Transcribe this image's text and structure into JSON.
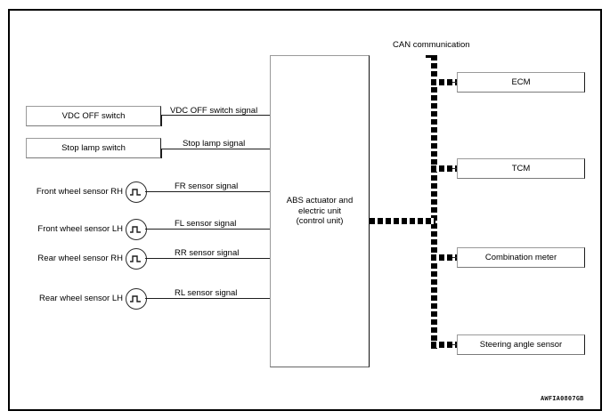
{
  "diagram": {
    "title_note": "CAN communication",
    "watermark": "AWFIA0807GB"
  },
  "center_unit": {
    "line1": "ABS actuator and",
    "line2": "electric unit",
    "line3": "(control unit)"
  },
  "inputs": [
    {
      "name": "VDC OFF switch",
      "signal": "VDC OFF switch signal",
      "type": "box"
    },
    {
      "name": "Stop lamp switch",
      "signal": "Stop lamp signal",
      "type": "box"
    },
    {
      "name": "Front wheel sensor RH",
      "signal": "FR sensor signal",
      "type": "sensor"
    },
    {
      "name": "Front wheel sensor LH",
      "signal": "FL sensor signal",
      "type": "sensor"
    },
    {
      "name": "Rear wheel sensor RH",
      "signal": "RR sensor signal",
      "type": "sensor"
    },
    {
      "name": "Rear wheel sensor LH",
      "signal": "RL sensor signal",
      "type": "sensor"
    }
  ],
  "can_nodes": [
    {
      "name": "ECM"
    },
    {
      "name": "TCM"
    },
    {
      "name": "Combination meter"
    },
    {
      "name": "Steering angle sensor"
    }
  ],
  "colors": {
    "line": "#1d1d1d",
    "box_border": "#9a9a9a",
    "frame": "#000000",
    "background": "#ffffff"
  }
}
